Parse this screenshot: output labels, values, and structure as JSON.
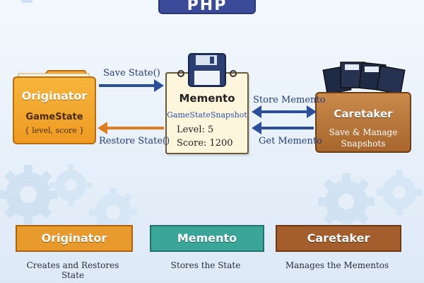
{
  "header": {
    "title": "PHP"
  },
  "diagram": {
    "originator": {
      "title": "Originator",
      "subtitle": "GameState",
      "fields": "{ level, score }"
    },
    "memento": {
      "title": "Memento",
      "subtitle": "GameStateSnapshot",
      "line1": "Level: 5",
      "line2": "Score: 1200"
    },
    "caretaker": {
      "title": "Caretaker",
      "line1": "Save & Manage",
      "line2": "Snapshots"
    },
    "arrows": {
      "save_state": "Save State()",
      "restore_state": "Restore State()",
      "store_memento": "Store Memento",
      "get_memento": "Get Memento"
    }
  },
  "legend": [
    {
      "title": "Originator",
      "caption": "Creates and Restores State"
    },
    {
      "title": "Memento",
      "caption": "Stores the State"
    },
    {
      "title": "Caretaker",
      "caption": "Manages the Mementos"
    }
  ],
  "colors": {
    "blue_arrow": "#2c4f9a",
    "orange_arrow": "#e07d1f",
    "gear": "#c5dbef"
  }
}
